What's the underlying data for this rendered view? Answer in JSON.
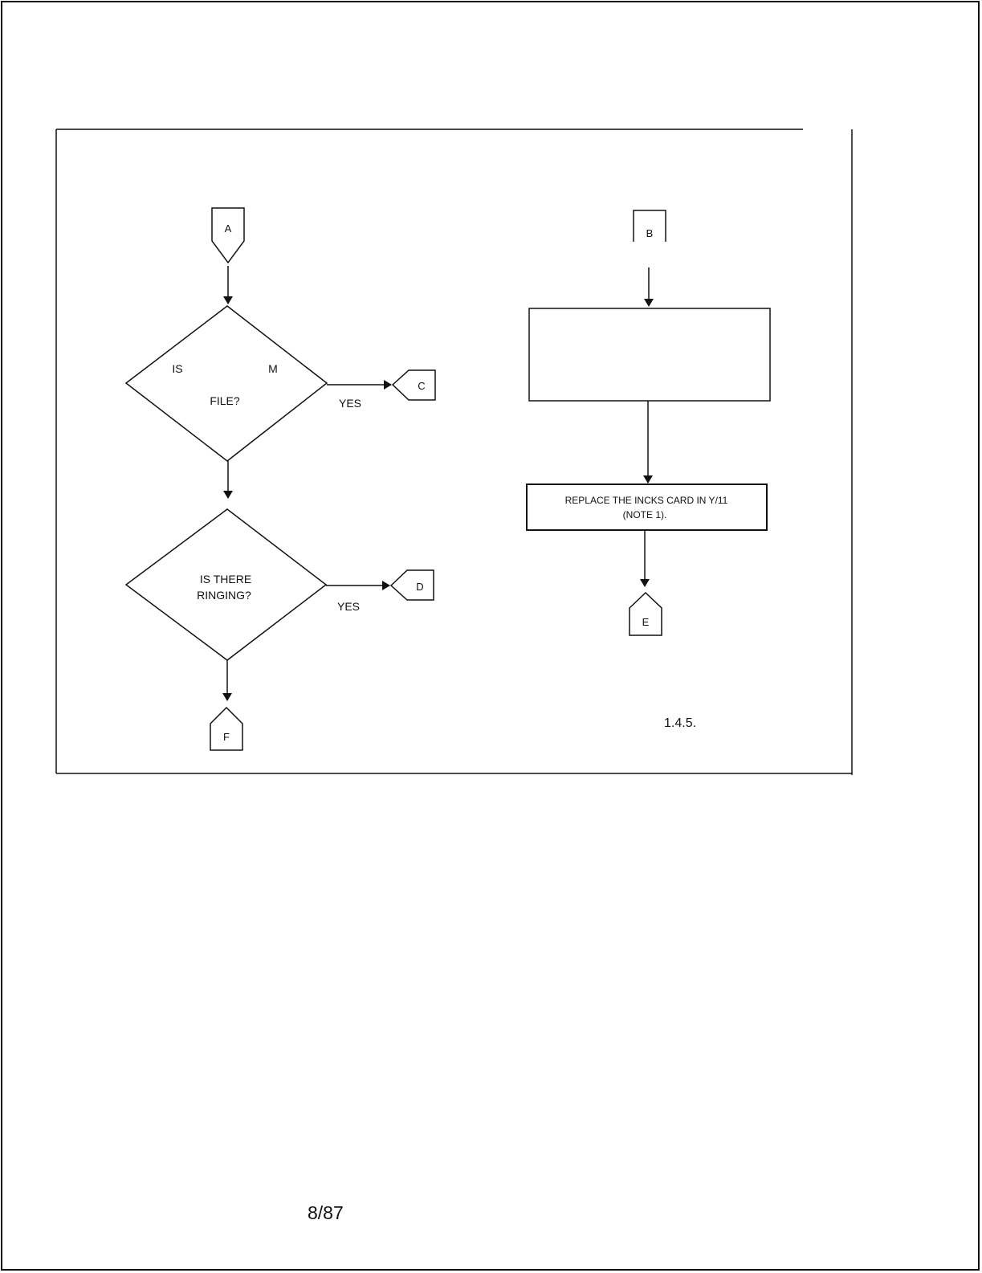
{
  "connectors": {
    "a": "A",
    "b": "B",
    "c": "C",
    "d": "D",
    "e": "E",
    "f": "F"
  },
  "decision_1": {
    "line1_left": "IS",
    "line1_right": "M",
    "line2": "FILE?",
    "yes_label": "YES"
  },
  "decision_2": {
    "line1": "IS THERE",
    "line2": "RINGING?",
    "yes_label": "YES"
  },
  "process_2": {
    "line1": "REPLACE THE INCKS CARD IN Y/11",
    "line2": "(NOTE 1)."
  },
  "figure_ref": "1.4.5.",
  "footer_date": "8/87"
}
